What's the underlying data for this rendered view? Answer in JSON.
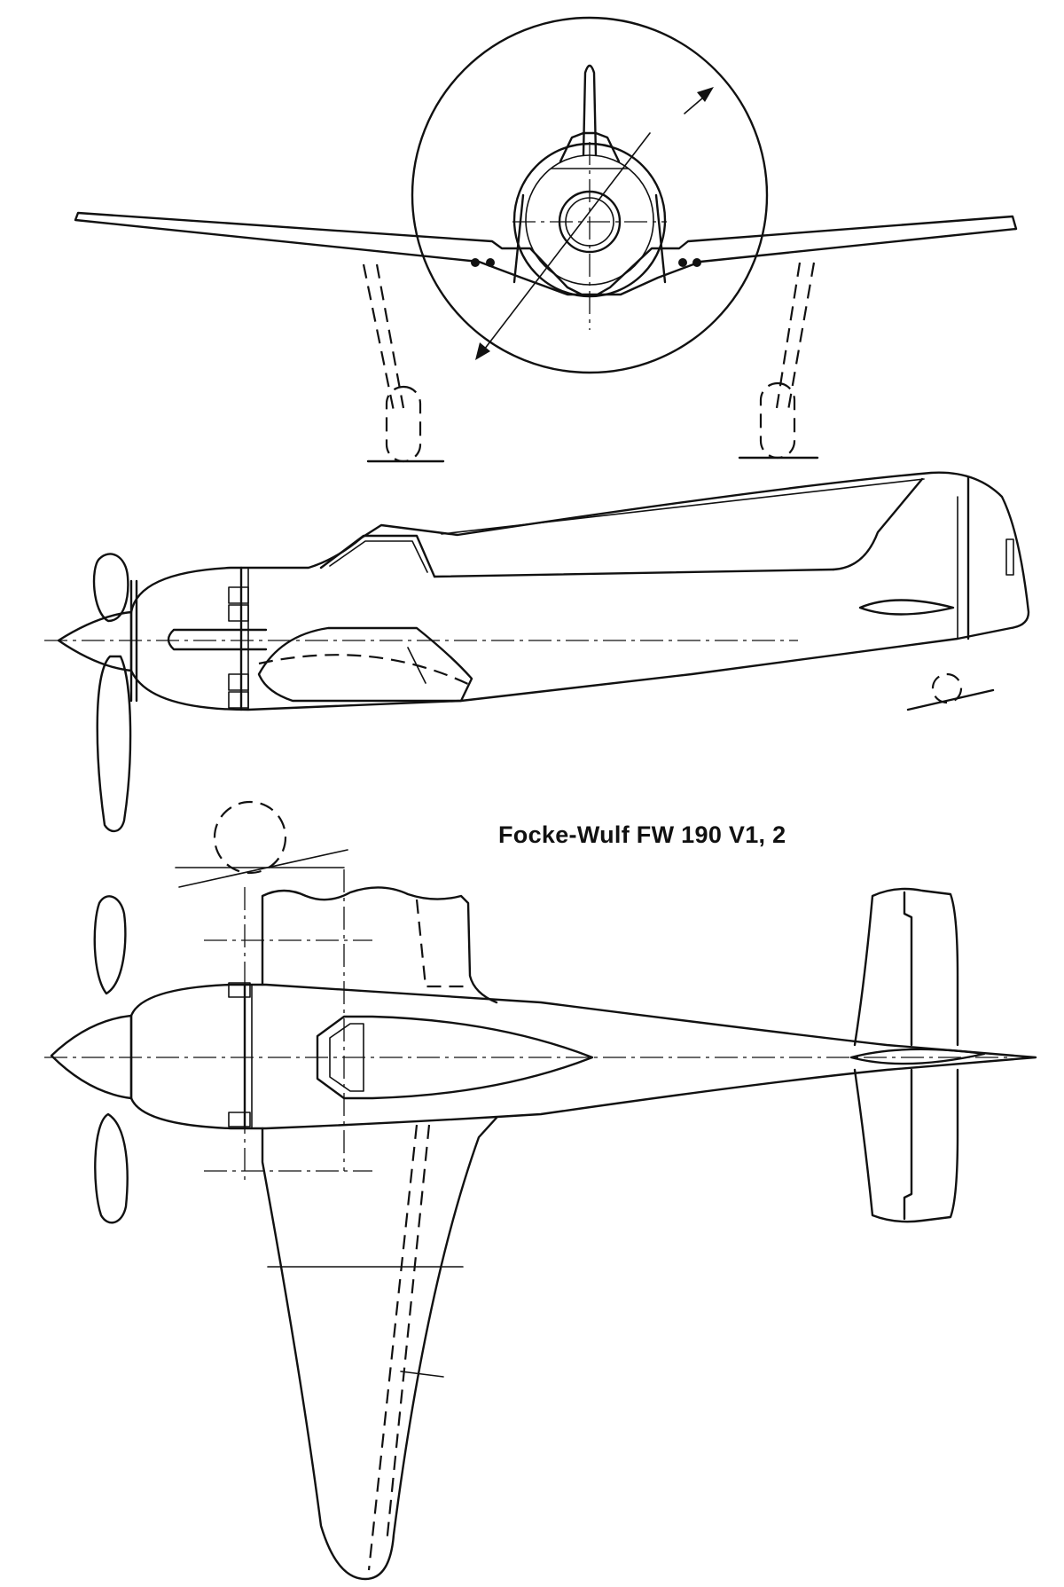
{
  "caption": "Focke-Wulf FW 190 V1, 2",
  "views": [
    "front-view",
    "side-view",
    "top-view"
  ],
  "colors": {
    "ink": "#111111",
    "paper": "#ffffff"
  }
}
